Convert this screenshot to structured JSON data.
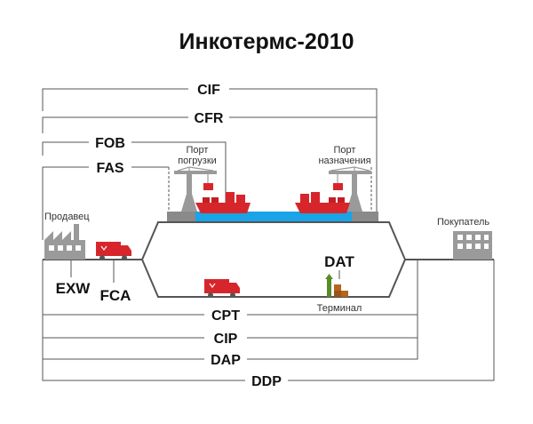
{
  "title": "Инкотермс-2010",
  "terms": {
    "cif": "CIF",
    "cfr": "CFR",
    "fob": "FOB",
    "fas": "FAS",
    "exw": "EXW",
    "fca": "FCA",
    "dat": "DAT",
    "cpt": "CPT",
    "cip": "CIP",
    "dap": "DAP",
    "ddp": "DDP"
  },
  "labels": {
    "port_loading_1": "Порт",
    "port_loading_2": "погрузки",
    "port_dest_1": "Порт",
    "port_dest_2": "назначения",
    "seller": "Продавец",
    "buyer": "Покупатель",
    "terminal": "Терминал"
  },
  "icons": {
    "seller": "factory-icon",
    "buyer": "building-icon",
    "truck": "truck-icon",
    "ship": "ship-icon",
    "crane": "crane-icon",
    "terminal": "warehouse-icon"
  },
  "colors": {
    "accent_red": "#d7262b",
    "water_blue": "#1aa3e6",
    "gray": "#8a8a8a",
    "line": "#555555"
  }
}
